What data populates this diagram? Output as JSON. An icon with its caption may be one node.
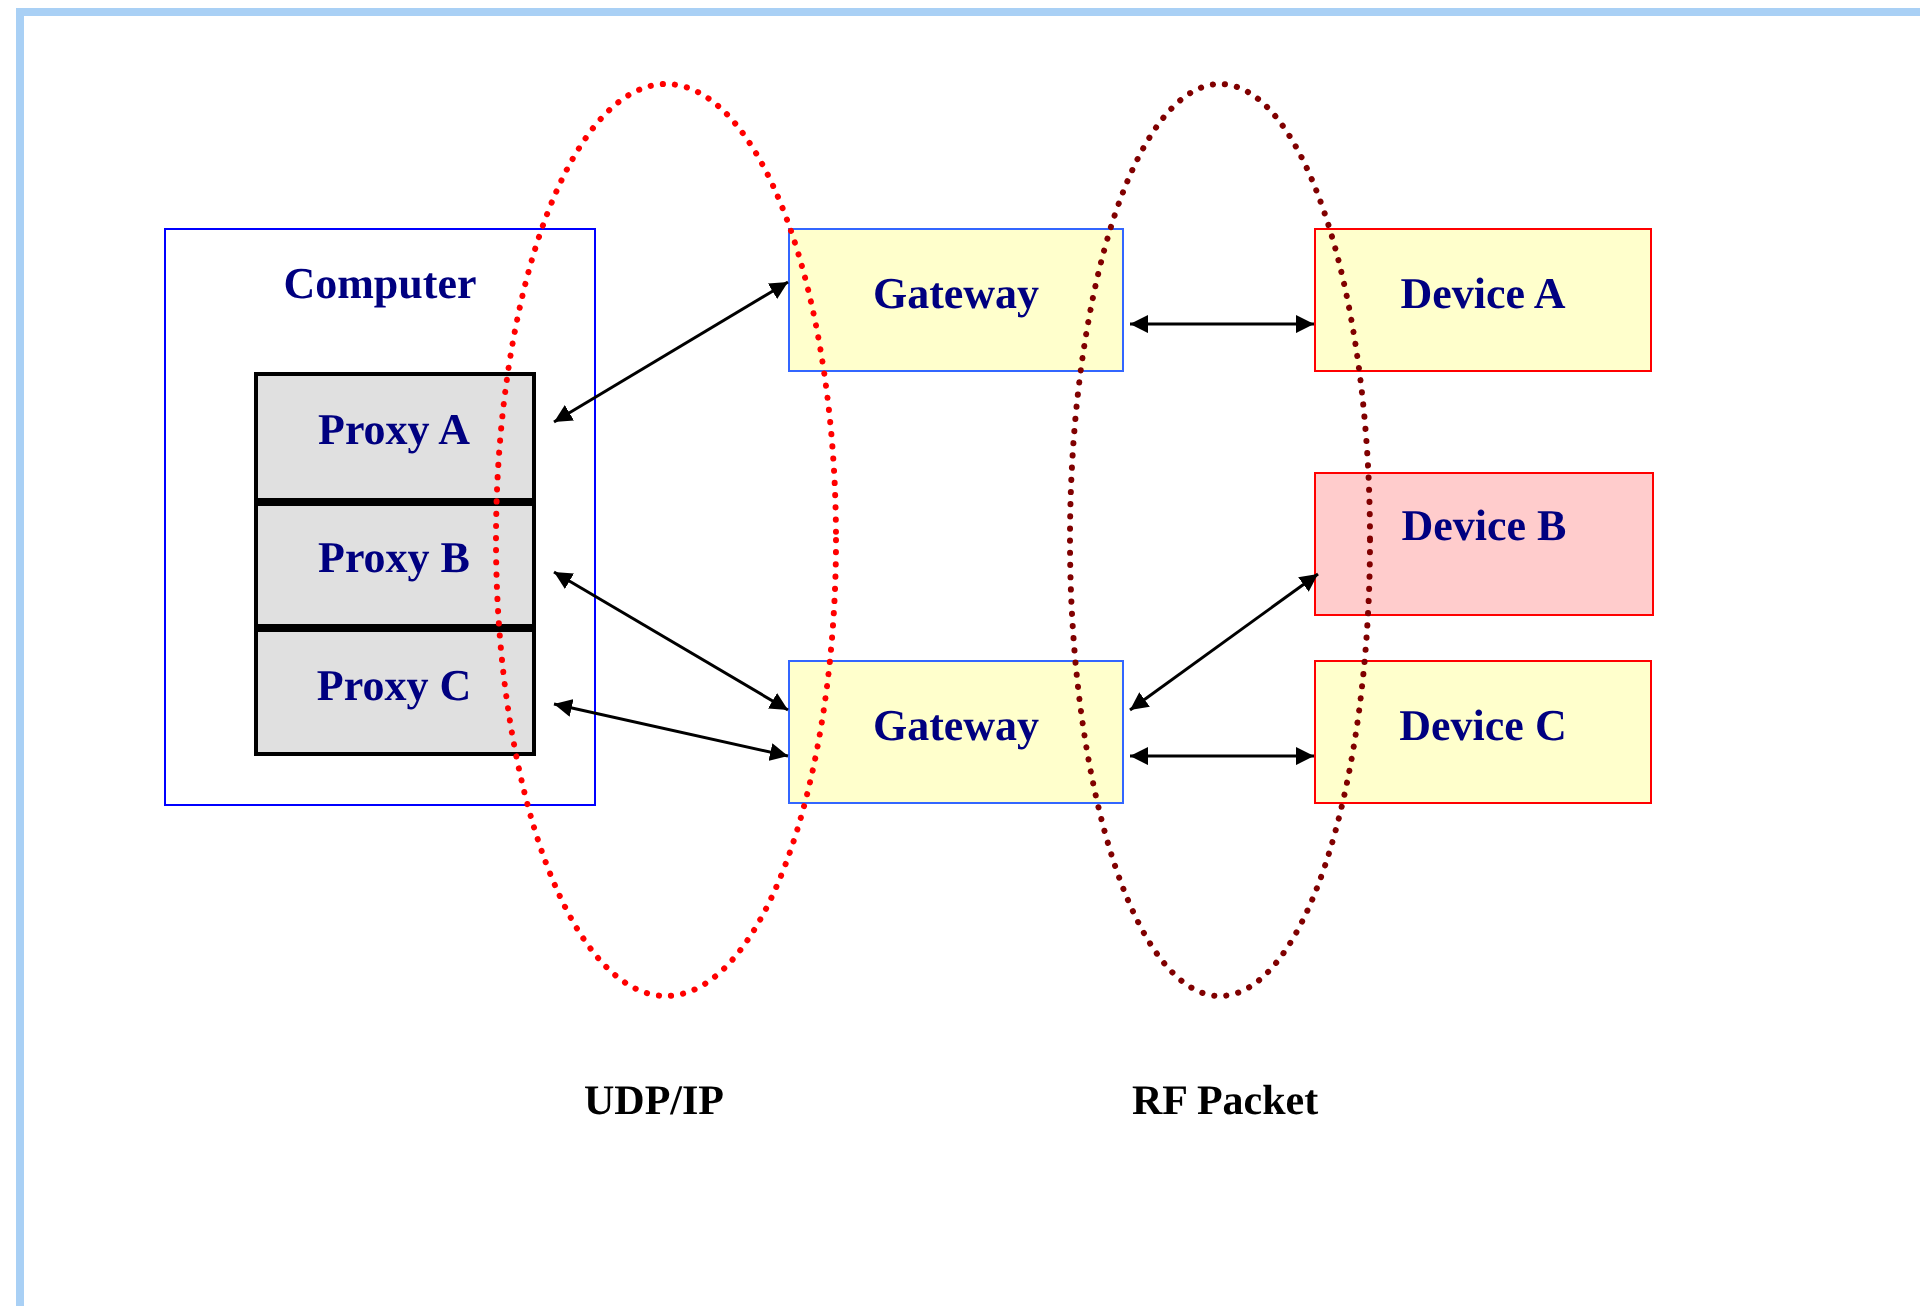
{
  "diagram": {
    "nodes": [
      {
        "text": [
          "Computer"
        ]
      },
      {
        "text": [
          "Proxy A"
        ],
        "in": 0
      },
      {
        "text": [
          "Proxy B"
        ],
        "in": 0
      },
      {
        "text": [
          "Proxy C"
        ],
        "in": 0
      },
      {
        "text": [
          "Gateway"
        ]
      },
      {
        "text": [
          "Gateway"
        ]
      },
      {
        "text": [
          "Device A"
        ]
      },
      {
        "text": [
          "Device B"
        ]
      },
      {
        "text": [
          "Device C"
        ]
      }
    ],
    "edges": [
      {
        "from": 1,
        "to": 4,
        "arrow": "both"
      },
      {
        "from": 2,
        "to": 5,
        "arrow": "both"
      },
      {
        "from": 3,
        "to": 5,
        "arrow": "both"
      },
      {
        "from": 4,
        "to": 6,
        "arrow": "both"
      },
      {
        "from": 5,
        "to": 7,
        "arrow": "both"
      },
      {
        "from": 5,
        "to": 8,
        "arrow": "both"
      }
    ],
    "labels": [
      "UDP/IP",
      "RF Packet"
    ]
  }
}
